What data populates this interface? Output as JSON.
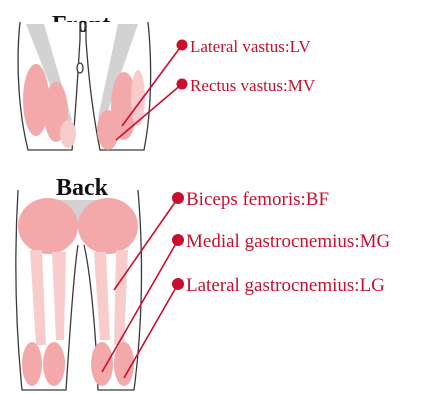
{
  "front": {
    "title": "Front",
    "labels": [
      {
        "id": "lateral-vastus",
        "text": "Lateral vastus:LV"
      },
      {
        "id": "rectus-vastus",
        "text": "Rectus vastus:MV"
      }
    ]
  },
  "back": {
    "title": "Back",
    "labels": [
      {
        "id": "biceps-femoris",
        "text": "Biceps femoris:BF"
      },
      {
        "id": "medial-gastrocnemius",
        "text": "Medial gastrocnemius:MG"
      },
      {
        "id": "lateral-gastrocnemius",
        "text": "Lateral gastrocnemius:LG"
      }
    ]
  },
  "colors": {
    "label": "#c8102e",
    "muscle": "#f3a9a9",
    "muscle_light": "#f8cccc",
    "tendon": "#d2d2d2",
    "outline": "#3a3a3a"
  }
}
